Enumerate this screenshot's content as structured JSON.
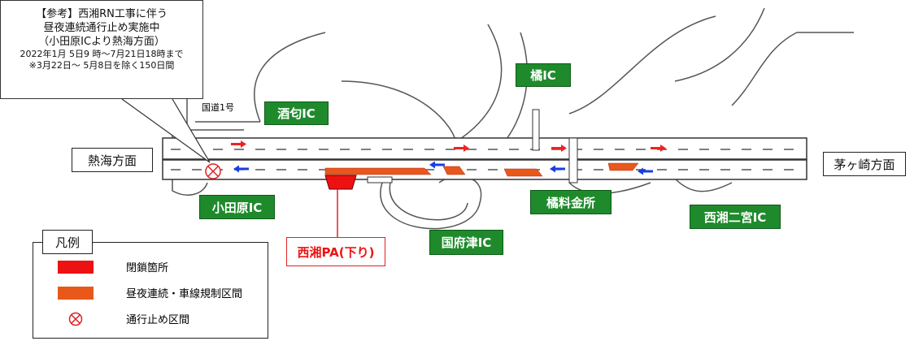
{
  "callout": {
    "line1": "【参考】西湘RN工事に伴う",
    "line2": "昼夜連続通行止め実施中",
    "line3": "（小田原ICより熱海方面）",
    "line4": "2022年1月 5日9 時～7月21日18時まで",
    "line5": "※3月22日～ 5月8日を除く150日間"
  },
  "labels": {
    "route1": "国道1号",
    "atami": "熱海方面",
    "chigasaki": "茅ヶ崎方面",
    "pa": "西湘PA(下り)"
  },
  "interchanges": {
    "sakawa": "酒匂IC",
    "tachibana": "橘IC",
    "odawara": "小田原IC",
    "kozu": "国府津IC",
    "toll": "橘料金所",
    "ninomiya": "西湘二宮IC"
  },
  "legend": {
    "title": "凡例",
    "items": [
      {
        "label": "閉鎖箇所",
        "color": "#ee1111"
      },
      {
        "label": "昼夜連続・車線規制区間",
        "color": "#e8581a"
      },
      {
        "label": "通行止め区間",
        "icon": "closed-circle-x-icon"
      }
    ]
  },
  "colors": {
    "closure": "#ee1111",
    "restriction": "#e8581a",
    "ic_green": "#1f8a2c"
  }
}
